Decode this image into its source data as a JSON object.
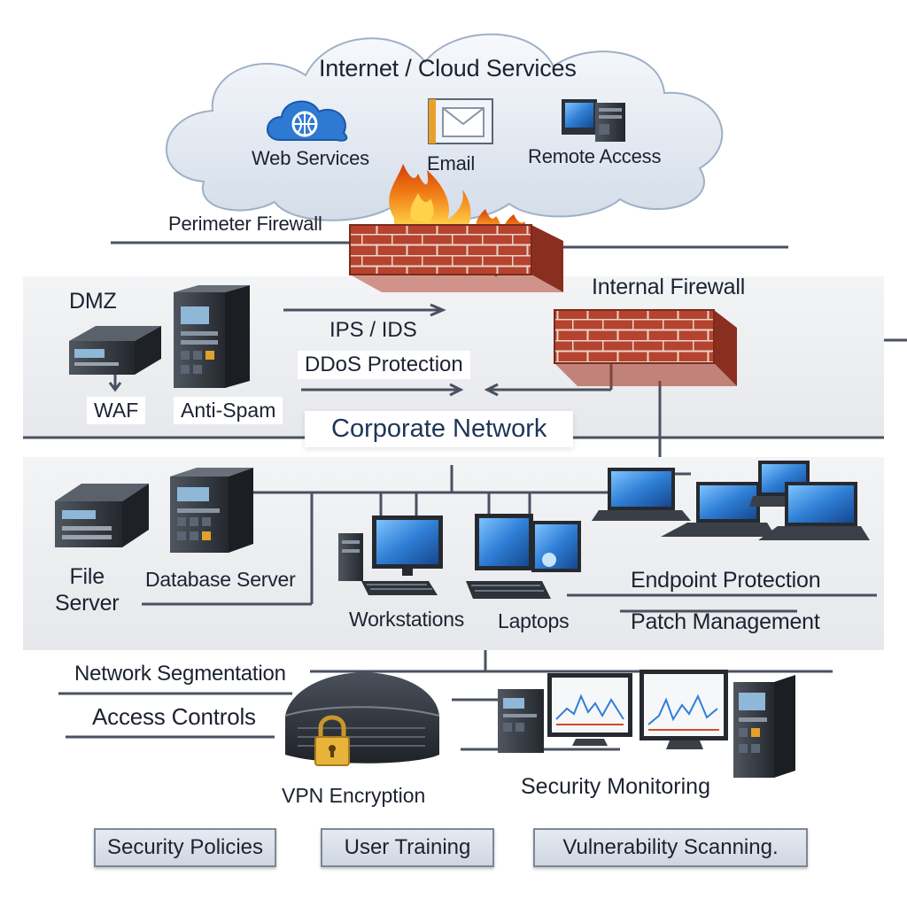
{
  "cloud": {
    "title": "Internet / Cloud Services",
    "services": [
      {
        "label": "Web Services",
        "icon": "cloud-globe-icon"
      },
      {
        "label": "Email",
        "icon": "envelope-icon"
      },
      {
        "label": "Remote Access",
        "icon": "computer-icon"
      }
    ]
  },
  "firewalls": {
    "perimeter": "Perimeter Firewall",
    "internal": "Internal Firewall"
  },
  "dmz": {
    "title": "DMZ",
    "waf": "WAF",
    "anti_spam": "Anti-Spam",
    "ips_ids": "IPS / IDS",
    "ddos": "DDoS Protection"
  },
  "corporate": {
    "title": "Corporate Network",
    "file_server": "File\nServer",
    "database_server": "Database Server",
    "workstations": "Workstations",
    "laptops": "Laptops",
    "endpoint_protection": "Endpoint Protection",
    "patch_management": "Patch Management"
  },
  "lower": {
    "network_segmentation": "Network Segmentation",
    "access_controls": "Access Controls",
    "vpn_encryption": "VPN Encryption",
    "security_monitoring": "Security Monitoring"
  },
  "bottom_boxes": [
    "Security Policies",
    "User Training",
    "Vulnerability Scanning."
  ],
  "colors": {
    "brick": "#b5432f",
    "mortar": "#e9d6c8",
    "flame_outer": "#f07a14",
    "flame_inner": "#ffd24a",
    "server_dark": "#2d3138",
    "screen_blue": "#2f7fd6",
    "panel_bg": "#eceef1"
  }
}
